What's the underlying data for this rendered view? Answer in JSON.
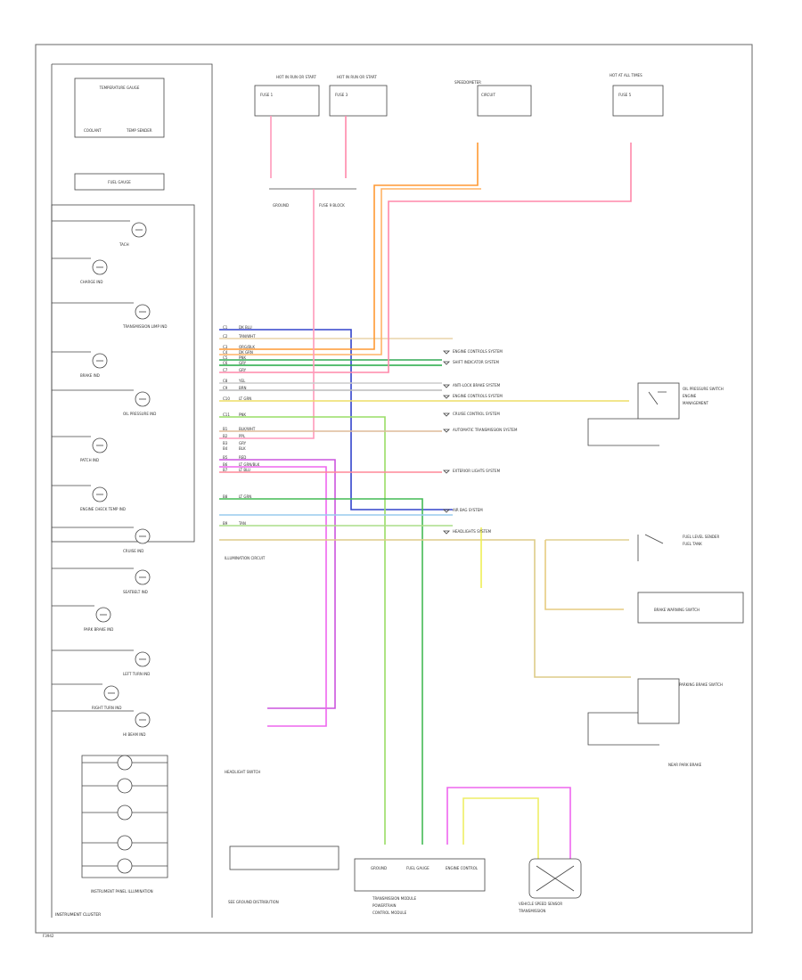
{
  "title": "INSTRUMENT CLUSTER",
  "footer_code": "F3942",
  "cluster": {
    "items": [
      {
        "label": "TEMPERATURE GAUGE",
        "sub": [
          "COOLANT",
          "TEMP SENDER"
        ],
        "kind": "gauge"
      },
      {
        "label": "FUEL GAUGE",
        "kind": "gauge"
      },
      {
        "label": "TACH",
        "kind": "lamp"
      },
      {
        "label": "CHARGE IND",
        "kind": "lamp"
      },
      {
        "label": "TRANSMISSION LIMP IND",
        "kind": "lamp"
      },
      {
        "label": "BRAKE IND",
        "kind": "lamp"
      },
      {
        "label": "OIL PRESSURE IND",
        "kind": "lamp"
      },
      {
        "label": "PATCH IND",
        "kind": "lamp"
      },
      {
        "label": "ENGINE CHECK TEMP IND",
        "kind": "lamp"
      },
      {
        "label": "CRUISE IND",
        "kind": "lamp"
      },
      {
        "label": "SEATBELT IND",
        "kind": "lamp"
      },
      {
        "label": "PARK BRAKE IND",
        "kind": "lamp"
      },
      {
        "label": "LEFT TURN IND",
        "kind": "lamp"
      },
      {
        "label": "RIGHT TURN IND",
        "kind": "lamp"
      },
      {
        "label": "HI BEAM IND",
        "kind": "lamp"
      },
      {
        "label": "INSTRUMENT PANEL ILLUMINATION",
        "kind": "lamp"
      }
    ]
  },
  "top_connectors": [
    {
      "label": "HOT IN RUN OR START",
      "sub": [
        "FUSE 1"
      ]
    },
    {
      "label": "HOT IN RUN OR START",
      "sub": [
        "FUSE 3"
      ]
    },
    {
      "label": "SPEEDOMETER",
      "sub": [
        "CIRCUIT"
      ]
    },
    {
      "label": "HOT AT ALL TIMES",
      "sub": [
        "FUSE 5"
      ]
    }
  ],
  "top_labels": [
    "GROUND",
    "FUSE 9 BLOCK"
  ],
  "connector_pins": [
    {
      "pin": "C1",
      "color": "DK BLU"
    },
    {
      "pin": "C2",
      "color": "TAN/WHT"
    },
    {
      "pin": "C3",
      "color": "ORG/BLK"
    },
    {
      "pin": "C4",
      "color": "DK GRN"
    },
    {
      "pin": "C5",
      "color": "PNK"
    },
    {
      "pin": "C6",
      "color": "GRY"
    },
    {
      "pin": "C7",
      "color": "GRY"
    },
    {
      "pin": "C8",
      "color": "YEL"
    },
    {
      "pin": "C9",
      "color": "BRN"
    },
    {
      "pin": "C10",
      "color": "LT GRN"
    },
    {
      "pin": "C11",
      "color": "PNK"
    },
    {
      "pin": "B1",
      "color": "BLK/WHT"
    },
    {
      "pin": "B2",
      "color": "PPL"
    },
    {
      "pin": "B3",
      "color": "GRY"
    },
    {
      "pin": "B4",
      "color": "BLK"
    },
    {
      "pin": "B5",
      "color": "RED"
    },
    {
      "pin": "B6",
      "color": "LT GRN/BLK"
    },
    {
      "pin": "B7",
      "color": "LT BLU"
    },
    {
      "pin": "B8",
      "color": "LT GRN"
    },
    {
      "pin": "B9",
      "color": "TAN"
    }
  ],
  "right_refs": [
    "ENGINE CONTROLS SYSTEM",
    "SHIFT INDICATOR SYSTEM",
    "ANTI-LOCK BRAKE SYSTEM",
    "ENGINE CONTROLS SYSTEM",
    "CRUISE CONTROL SYSTEM",
    "AUTOMATIC TRANSMISSION SYSTEM",
    "EXTERIOR LIGHTS SYSTEM",
    "AIR BAG SYSTEM",
    "HEADLIGHTS SYSTEM"
  ],
  "right_components": [
    {
      "label": "OIL PRESSURE SWITCH",
      "sub": [
        "ENGINE",
        "MANAGEMENT"
      ]
    },
    {
      "label": "FUEL LEVEL SENDER",
      "sub": [
        "FUEL TANK"
      ]
    },
    {
      "label": "BRAKE WARNING SWITCH"
    },
    {
      "label": "PARKING BRAKE SWITCH",
      "sub": [
        "NEAR PARK BRAKE"
      ]
    }
  ],
  "bottom_labels": [
    "GROUND",
    "FUEL GAUGE",
    "ENGINE CONTROL"
  ],
  "bottom_components": [
    {
      "label": "TRANSMISSION MODULE",
      "sub": [
        "POWERTRAIN",
        "CONTROL MODULE"
      ]
    },
    {
      "label": "VEHICLE SPEED SENSOR",
      "sub": [
        "TRANSMISSION"
      ]
    }
  ],
  "misc_notes": [
    "ILLUMINATION CIRCUIT",
    "HEADLIGHT SWITCH",
    "SEE GROUND DISTRIBUTION"
  ]
}
